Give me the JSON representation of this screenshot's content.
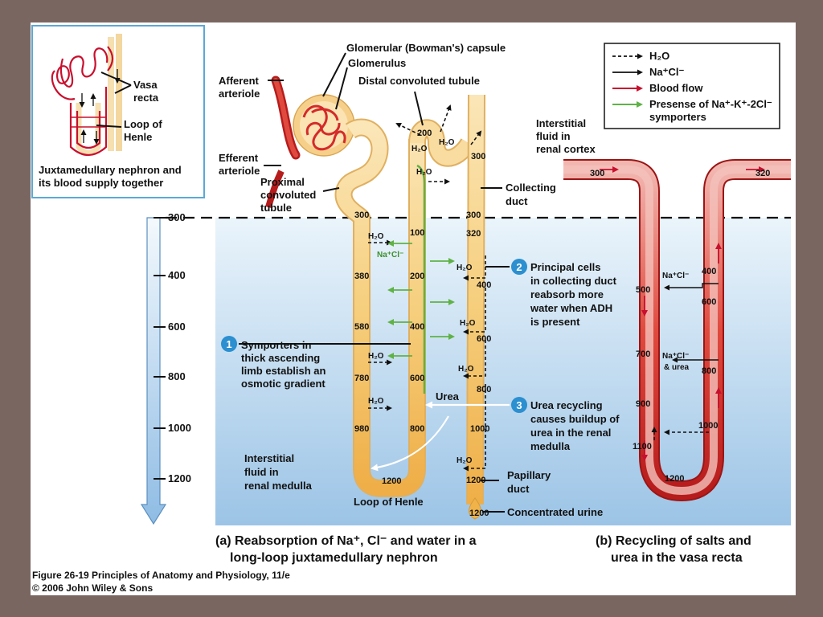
{
  "inset": {
    "vasa_recta": [
      "Vasa",
      "recta"
    ],
    "loop_of_henle": [
      "Loop of",
      "Henle"
    ],
    "caption": [
      "Juxtamedullary nephron and",
      "its blood supply together"
    ]
  },
  "legend": {
    "items": [
      {
        "label": "H₂O",
        "style": "dashed",
        "color": "#111111"
      },
      {
        "label": "Na⁺Cl⁻",
        "style": "solid",
        "color": "#111111"
      },
      {
        "label": "Blood flow",
        "style": "solid",
        "color": "#c8102e"
      },
      {
        "label": "Presense of Na⁺-K⁺-2Cl⁻",
        "label2": "symporters",
        "style": "solid",
        "color": "#5fb246"
      }
    ]
  },
  "labels": {
    "bowman": "Glomerular (Bowman's) capsule",
    "glomerulus": "Glomerulus",
    "distal": "Distal convoluted tubule",
    "afferent": [
      "Afferent",
      "arteriole"
    ],
    "efferent": [
      "Efferent",
      "arteriole"
    ],
    "proximal": [
      "Proximal",
      "convoluted",
      "tubule"
    ],
    "collecting": [
      "Collecting",
      "duct"
    ],
    "interstitial_cortex": [
      "Interstitial",
      "fluid in",
      "renal cortex"
    ],
    "interstitial_medulla": [
      "Interstitial",
      "fluid in",
      "renal medulla"
    ],
    "loop": "Loop of Henle",
    "papillary": [
      "Papillary",
      "duct"
    ],
    "concentrated": "Concentrated urine",
    "urea": "Urea",
    "water": "H₂O",
    "nacl": "Na⁺Cl⁻",
    "nacl_urea": [
      "Na⁺Cl⁻",
      "& urea"
    ]
  },
  "steps": [
    {
      "num": "1",
      "lines": [
        "Symporters in",
        "thick ascending",
        "limb establish an",
        "osmotic gradient"
      ]
    },
    {
      "num": "2",
      "lines": [
        "Principal cells",
        "in collecting duct",
        "reabsorb more",
        "water when ADH",
        "is present"
      ]
    },
    {
      "num": "3",
      "lines": [
        "Urea recycling",
        "causes buildup of",
        "urea in the renal",
        "medulla"
      ]
    }
  ],
  "osmolarity_scale": [
    "300",
    "400",
    "600",
    "800",
    "1000",
    "1200"
  ],
  "values": {
    "descending": [
      "300",
      "380",
      "580",
      "780",
      "980"
    ],
    "ascending": [
      "100",
      "200",
      "400",
      "600",
      "800"
    ],
    "loop_bottom": "1200",
    "distal": "200",
    "collecting_top": "300",
    "collecting": [
      "300",
      "320",
      "400",
      "600",
      "800",
      "1000",
      "1200"
    ],
    "urine": "1200",
    "vasa_left": [
      "300",
      "500",
      "700",
      "900",
      "1100"
    ],
    "vasa_right": [
      "320",
      "400",
      "600",
      "800",
      "1000"
    ],
    "vasa_bottom": "1200"
  },
  "captions": {
    "a": [
      "(a) Reabsorption of Na⁺, Cl⁻ and water in a",
      "long-loop juxtamedullary nephron"
    ],
    "b": [
      "(b) Recycling of salts and",
      "urea in the vasa recta"
    ]
  },
  "footer": [
    "Figure 26-19 Principles of Anatomy and Physiology, 11/e",
    "© 2006 John Wiley & Sons"
  ],
  "colors": {
    "tubule": "#f8d48c",
    "tubule_deep": "#f0b34a",
    "vessel": "#d42a2a",
    "symporter": "#5fb246",
    "medulla_top": "#e9f3fb",
    "medulla_bottom": "#9cc4e6",
    "step_badge": "#2b8fd0"
  }
}
